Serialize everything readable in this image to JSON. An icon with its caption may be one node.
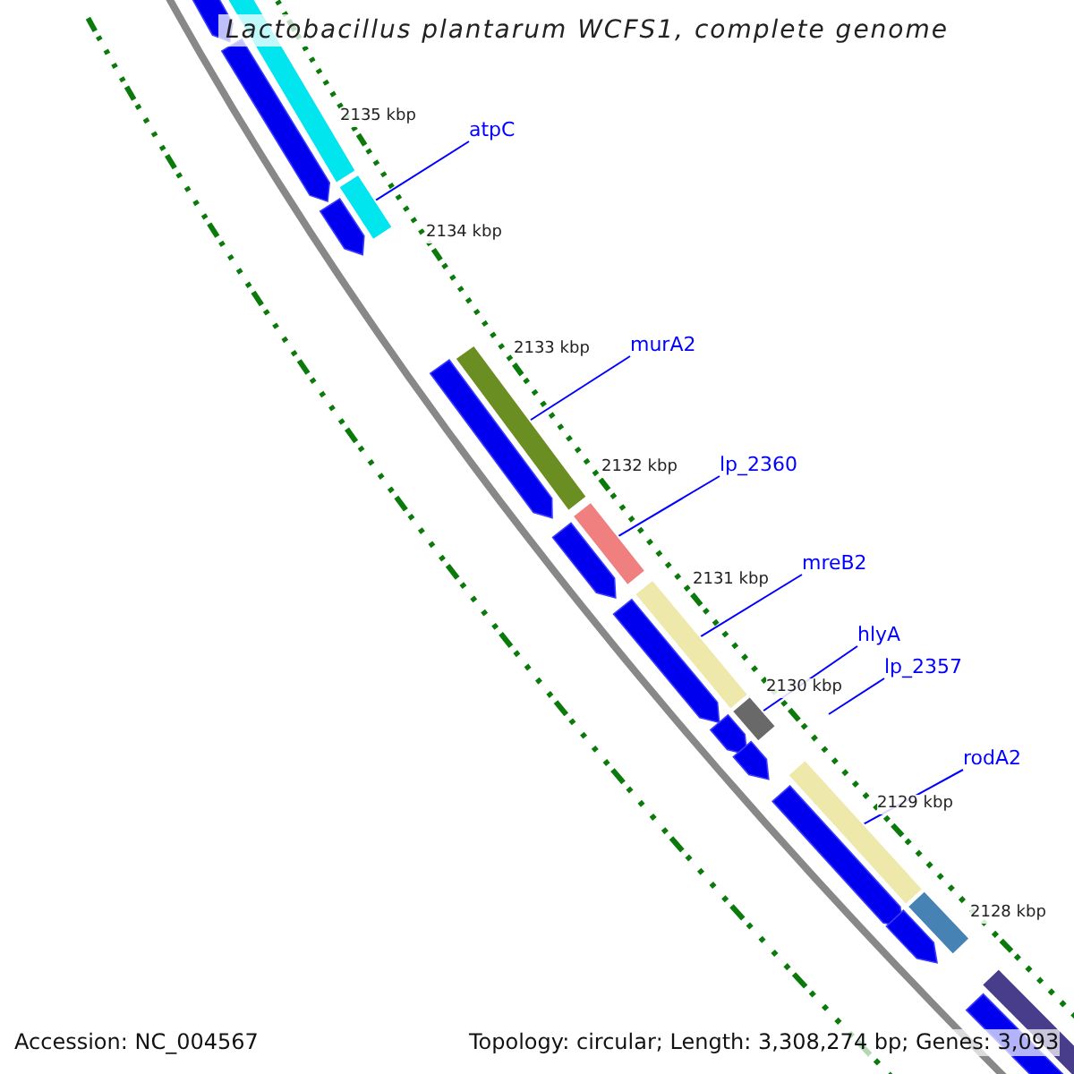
{
  "diagram": {
    "title": "Lactobacillus plantarum WCFS1, complete genome",
    "nodes": [
      {
        "text": [
          "atpC"
        ]
      },
      {
        "text": [],
        "shape": "bar"
      },
      {
        "text": [
          "murA2"
        ]
      },
      {
        "text": [],
        "shape": "bar"
      },
      {
        "text": [
          "lp_2360"
        ]
      },
      {
        "text": [],
        "shape": "bar"
      },
      {
        "text": [
          "mreB2"
        ]
      },
      {
        "text": [],
        "shape": "bar"
      },
      {
        "text": [
          "hlyA"
        ]
      },
      {
        "text": [],
        "shape": "bar"
      },
      {
        "text": [
          "lp_2357"
        ]
      },
      {
        "text": [
          "rodA2"
        ]
      },
      {
        "text": [],
        "shape": "bar"
      }
    ],
    "edges": [
      {
        "from": 0,
        "to": 1,
        "arrow": "none"
      },
      {
        "from": 2,
        "to": 3,
        "arrow": "none"
      },
      {
        "from": 4,
        "to": 5,
        "arrow": "none"
      },
      {
        "from": 6,
        "to": 7,
        "arrow": "none"
      },
      {
        "from": 8,
        "to": 9,
        "arrow": "none"
      },
      {
        "from": 10,
        "to": null,
        "arrow": "none"
      },
      {
        "from": 11,
        "to": 12,
        "arrow": "none"
      }
    ],
    "labels": [
      "2135 kbp",
      "2134 kbp",
      "2133 kbp",
      "2132 kbp",
      "2131 kbp",
      "2130 kbp",
      "2129 kbp",
      "2128 kbp",
      "Accession: NC_004567",
      "Topology: circular; Length: 3,308,274 bp; Genes: 3,093"
    ]
  }
}
